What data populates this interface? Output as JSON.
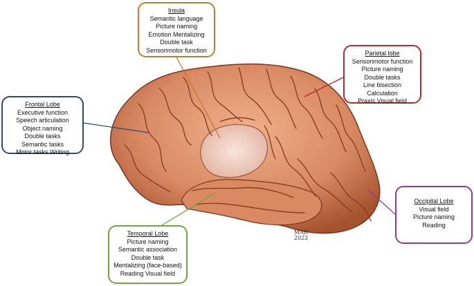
{
  "labels": {
    "insula": {
      "title": "Insula",
      "lines": [
        "Semantic language",
        "Picture naming",
        "Emotion Mentalizing",
        "Double task",
        "Sensorimotor function"
      ],
      "color": "#c9782f"
    },
    "parietal": {
      "title": "Parietal lobe",
      "lines": [
        "Sensorimotor function",
        "Picture naming",
        "Double tasks",
        "Line bisection",
        "Calculation",
        "Praxis Visual field"
      ],
      "color": "#b5282e"
    },
    "frontal": {
      "title": "Frontal Lobe",
      "lines": [
        "Executive function",
        "Speech articulation",
        "Object naming",
        "Double tasks",
        "Semantic tasks",
        "Motor tasks Writing"
      ],
      "color": "#2c4b6d"
    },
    "occipital": {
      "title": "Occipital Lobe",
      "lines": [
        "Visual field",
        "Picture naming",
        "Reading"
      ],
      "color": "#8c3aa6"
    },
    "temporal": {
      "title": "Temporal Lobe",
      "lines": [
        "Picture naming",
        "Semantic association",
        "Double task",
        "Mentalizing (face-based)",
        "Reading Visual field"
      ],
      "color": "#6ea83a"
    }
  },
  "signature": {
    "line1": "MAR",
    "line2": "2022"
  },
  "brain_colors": {
    "cortex": "#d98a63",
    "highlight": "#f0b08c",
    "shadow": "#8a3f22",
    "insula": "#f3d3c6"
  }
}
